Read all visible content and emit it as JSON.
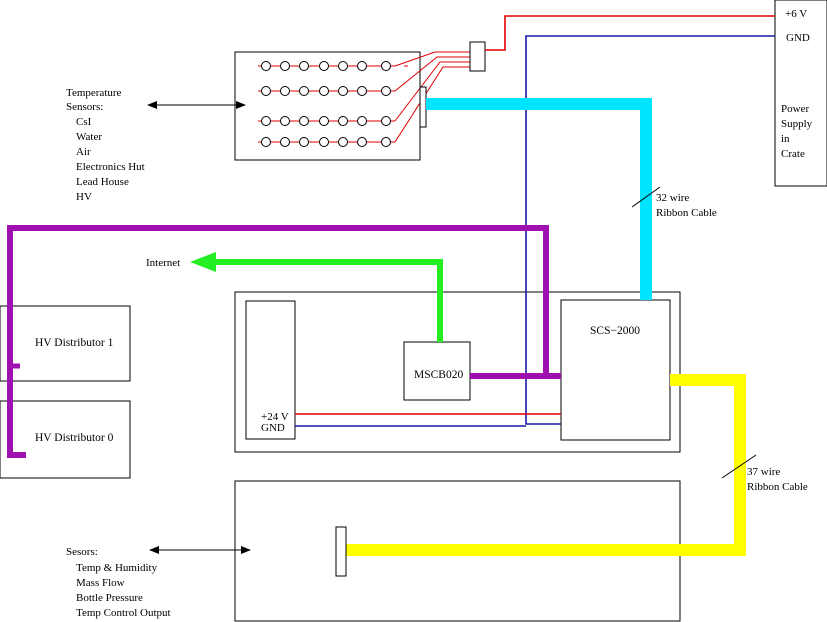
{
  "power_supply": {
    "plus6v": "+6 V",
    "gnd": "GND",
    "lines": [
      "Power",
      "Supply",
      "in",
      "Crate"
    ]
  },
  "temperature_sensors": {
    "heading": [
      "Temperature",
      "Sensors:"
    ],
    "items": [
      "CsI",
      "Water",
      "Air",
      "Electronics Hut",
      "Lead House",
      "HV"
    ]
  },
  "cable_32": [
    "32 wire",
    "Ribbon Cable"
  ],
  "cable_37": [
    "37 wire",
    "Ribbon Cable"
  ],
  "internet": "Internet",
  "hv_distributor_1": "HV Distributor 1",
  "hv_distributor_0": "HV Distributor 0",
  "mscb020": "MSCB020",
  "scs2000": "SCS−2000",
  "crate_power": {
    "plus24v": "+24 V",
    "gnd": "GND"
  },
  "sensors": {
    "heading": "Sesors:",
    "items": [
      "Temp & Humidity",
      "Mass Flow",
      "Bottle Pressure",
      "Temp Control Output"
    ]
  },
  "colors": {
    "red_wire": "#e00000",
    "blue_wire": "#1a1aa8",
    "cyan_cable": "#00e5ff",
    "yellow_cable": "#ffff00",
    "purple_cable": "#a010b0",
    "green_cable": "#22ee22"
  }
}
